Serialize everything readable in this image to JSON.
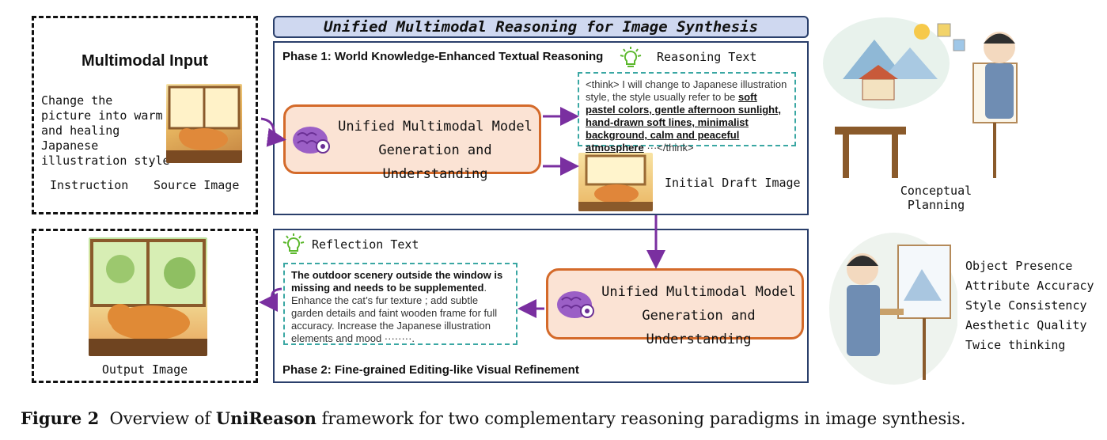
{
  "title": "Unified Multimodal Reasoning for Image Synthesis",
  "input_panel": {
    "heading": "Multimodal Input",
    "instruction_text": "Change the picture into warm and healing Japanese illustration style",
    "instruction_lines": [
      "Change the",
      "picture into warm",
      "and healing",
      "Japanese",
      "illustration style"
    ],
    "instruction_label": "Instruction",
    "source_label": "Source Image"
  },
  "output_panel": {
    "label": "Output Image"
  },
  "phase1": {
    "label": "Phase 1: World Knowledge-Enhanced Textual Reasoning",
    "reasoning_label": "Reasoning Text",
    "model_line1": "Unified Multimodal Model",
    "model_line2": "Generation and Understanding",
    "reasoning_pre": "<think> I will change to Japanese illustration style, the style usually refer to be ",
    "reasoning_emph": "soft pastel colors, gentle afternoon sunlight, hand-drawn soft lines, minimalist background, calm and peaceful atmosphere",
    "reasoning_post": " ···</think>",
    "draft_label": "Initial Draft Image"
  },
  "phase2": {
    "label": "Phase 2: Fine-grained Editing-like Visual Refinement",
    "reflection_label": "Reflection Text",
    "model_line1": "Unified Multimodal Model",
    "model_line2": "Generation and Understanding",
    "reflection_emph": "The outdoor scenery outside the window is missing and needs to be supplemented",
    "reflection_body": ". Enhance the cat’s fur texture ; add subtle garden details and faint wooden frame for full accuracy. Increase the Japanese illustration elements and mood ········."
  },
  "right_panel": {
    "planning_label_line1": "Conceptual",
    "planning_label_line2": "Planning",
    "criteria": [
      "Object Presence",
      "Attribute Accuracy",
      "Style Consistency",
      "Aesthetic Quality",
      "Twice thinking"
    ]
  },
  "caption": {
    "figure": "Figure 2",
    "pre": "Overview of ",
    "emph": "UniReason",
    "post": " framework for two complementary reasoning paradigms in image synthesis."
  },
  "colors": {
    "arrow": "#7a2fa0",
    "model_border": "#d46a2a",
    "model_fill": "#fbe3d4",
    "dashed_text_border": "#3aa7a3",
    "title_fill": "#cfd8f0"
  }
}
